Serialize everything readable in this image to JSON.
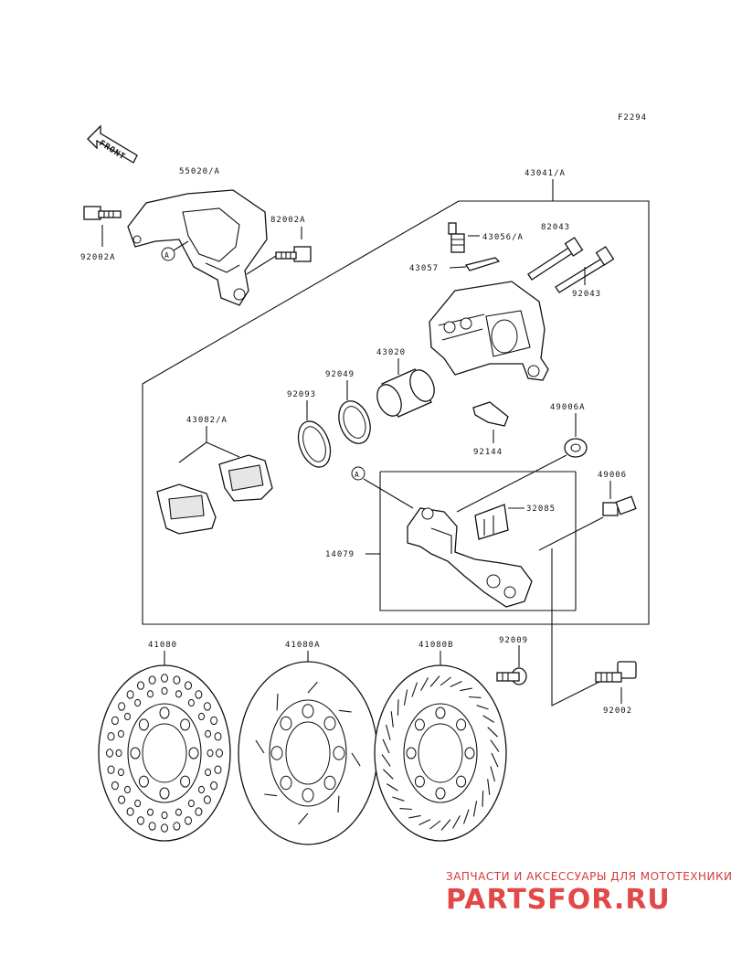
{
  "figure_code": "F2294",
  "front_label": "FRONT",
  "ref_marker": "A",
  "part_labels": {
    "p55020A": "55020/A",
    "p43041A": "43041/A",
    "p92002A_l": "92002A",
    "p92002A_r": "82002A",
    "p43056A": "43056/A",
    "p82043": "82043",
    "p43057": "43057",
    "p92043": "92043",
    "p43020": "43020",
    "p92049": "92049",
    "p92093": "92093",
    "p43082A": "43082/A",
    "p49006A": "49006A",
    "p92144": "92144",
    "p49006": "49006",
    "p32085": "32085",
    "p14079": "14079",
    "p41080": "41080",
    "p41080A": "41080A",
    "p41080B": "41080B",
    "p92009": "92009",
    "p92002": "92002"
  },
  "watermark": {
    "tagline": "ЗАПЧАСТИ И АКСЕССУАРЫ ДЛЯ МОТОТЕХНИКИ",
    "brand": "PARTSFOR.RU"
  }
}
